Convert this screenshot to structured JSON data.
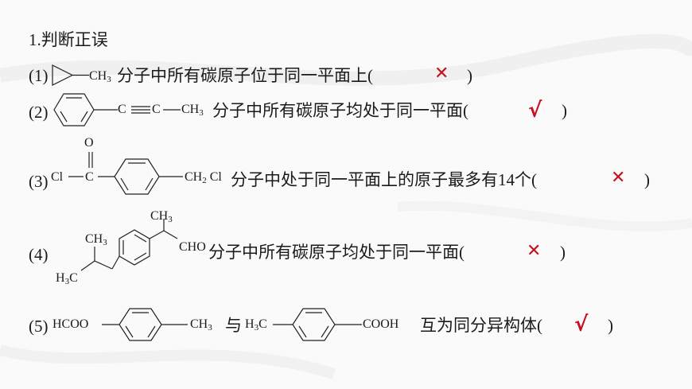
{
  "title": "1.判断正误",
  "items": [
    {
      "num": "(1)",
      "formula": {
        "group": "CH",
        "sub": "3"
      },
      "statement": "分子中所有碳原子位于同一平面上(",
      "close": ")",
      "answer": "✕",
      "answer_type": "wrong"
    },
    {
      "num": "(2)",
      "formula": {
        "c1": "C",
        "c2": "C",
        "group": "CH",
        "sub": "3"
      },
      "statement": "分子中所有碳原子均处于同一平面(",
      "close": ")",
      "answer": "√",
      "answer_type": "correct"
    },
    {
      "num": "(3)",
      "formula": {
        "cl": "Cl",
        "o": "O",
        "c": "C",
        "group": "CH",
        "sub": "2",
        "tail": "Cl"
      },
      "statement": "分子中处于同一平面上的原子最多有14个(",
      "close": ")",
      "answer": "✕",
      "answer_type": "wrong"
    },
    {
      "num": "(4)",
      "formula": {
        "ch3_top": "CH",
        "sub_top": "3",
        "ch3_left": "CH",
        "sub_left": "3",
        "h3c": "H",
        "h3c_sub": "3",
        "h3c_c": "C",
        "cho": "CHO"
      },
      "statement": "分子中所有碳原子均处于同一平面(",
      "close": ")",
      "answer": "✕",
      "answer_type": "wrong"
    },
    {
      "num": "(5)",
      "formula": {
        "left": "HCOO",
        "ch3": "CH",
        "ch3_sub": "3",
        "conj": "与",
        "h3c_h": "H",
        "h3c_sub": "3",
        "h3c_c": "C",
        "cooh": "COOH"
      },
      "statement": "互为同分异构体(",
      "close": ")",
      "answer": "√",
      "answer_type": "correct"
    }
  ],
  "colors": {
    "mark": "#c8101c",
    "text": "#1a1a1a",
    "background": "#fafafa"
  }
}
